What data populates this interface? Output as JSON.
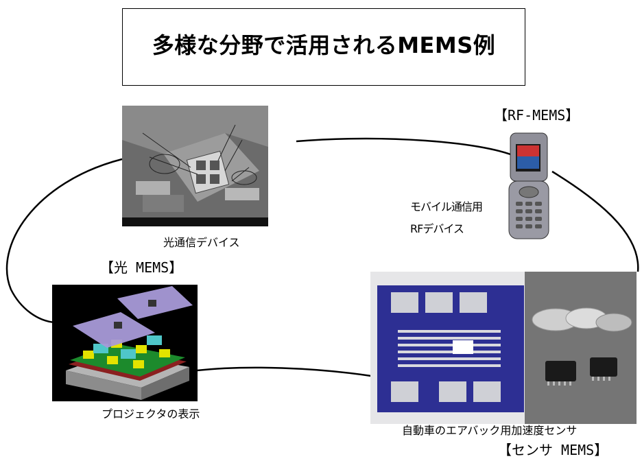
{
  "title": "多様な分野で活用されるMEMS例",
  "labels": {
    "rf_mems": "【RF-MEMS】",
    "optical_mems": "【光 MEMS】",
    "sensor_mems": "【センサ MEMS】"
  },
  "captions": {
    "optical_device": "光通信デバイス",
    "mobile_rf_line1": "モバイル通信用",
    "mobile_rf_line2": "RFデバイス",
    "projector": "プロジェクタの表示",
    "airbag_sensor": "自動車のエアバック用加速度センサ"
  },
  "colors": {
    "loop_stroke": "#000000",
    "sensor_blue": "#2d2f93",
    "projector_purple": "#a89ad8",
    "projector_cyan": "#4fc6c9",
    "projector_green": "#1c8a2c",
    "projector_yellow": "#e3e300"
  }
}
